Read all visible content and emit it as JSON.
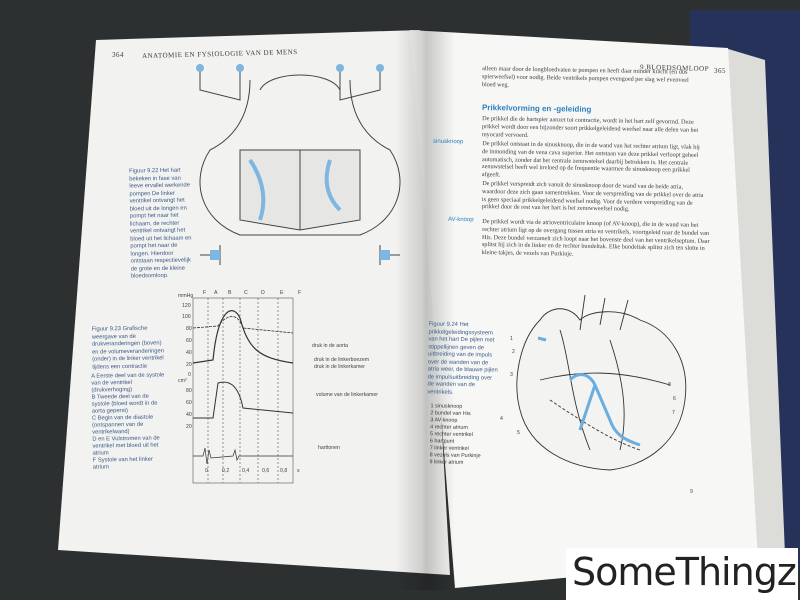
{
  "book": {
    "left_page": {
      "page_number": "364",
      "running_head": "ANATOMIE EN FYSIOLOGIE VAN DE MENS",
      "figure_1_caption": "Figuur 9.22 Het hart bekeken in fase van leeve ervallel werkende pompen De linker ventrikel ontvangt het bloed uit de longen en pompt het naar het lichaam, de rechter ventrikel ontvangt het bloed uit het lichaam en pompt het naar de longen. Hierdoor ontstaan respectievelijk de grote en de kleine bloedsomloop.",
      "figure_2_caption": "Figuur 9.23 Grafische weergave van de drukveranderingen (boven) en de volumeveranderingen (onder) in de linker ventrikel tijdens een contractie",
      "figure_2_legend": [
        "A Eerste deel van de systole van de ventrikel (drukverhoging)",
        "B Tweede deel van de systole (bloed wordt in de aorta geperst)",
        "C Begin van de diastole (ontspannen van de ventrikelwand)",
        "D en E Vulstromen van de ventrikel met bloed uit het atrium",
        "F Systole van het linker atrium"
      ],
      "chart_labels": {
        "unit_top": "mmHg",
        "unit_bottom": "cm³",
        "phases": [
          "F",
          "A",
          "B",
          "C",
          "D",
          "E",
          "F"
        ],
        "y_ticks_top": [
          "120",
          "100",
          "80",
          "60",
          "40",
          "20",
          "0"
        ],
        "y_ticks_bottom": [
          "80",
          "60",
          "40",
          "20"
        ],
        "x_ticks": [
          "0",
          "0,2",
          "0,4",
          "0,6",
          "0,8",
          "s"
        ],
        "curve_labels": [
          "druk in de aorta",
          "druk in de linkerboezem",
          "druk in de linkerkamer",
          "volume van de linkerkamer",
          "harttonen"
        ]
      }
    },
    "right_page": {
      "page_number": "365",
      "running_head": "9 BLOEDSOMLOOP",
      "intro_text": "alleen maar door de longbloedvaten te pompen en heeft daar minder kracht (en dus spierweefsel) voor nodig. Beide ventrikels pompen evengoed per slag wel evenveel bloed weg.",
      "section_title": "Prikkelvorming en -geleiding",
      "margin_notes": [
        "sinusknoop",
        "AV-knoop"
      ],
      "paragraph_1": "De prikkel die de hartspier aanzet tot contractie, wordt in het hart zelf gevormd. Deze prikkel wordt door een bijzonder soort prikkelgeleidend weefsel naar alle delen van het myocard vervoerd.",
      "paragraph_2": "De prikkel ontstaat in de sinusknoop, die in de wand van het rechter atrium ligt, vlak bij de inmonding van de vena cava superior. Het ontstaan van deze prikkel verloopt geheel automatisch, zonder dat het centrale zenuwstelsel daarbij betrokken is. Het centrale zenuwstelsel heeft wel invloed op de frequentie waarmee de sinusknoop een prikkel afgeeft.",
      "paragraph_3": "De prikkel verspreidt zich vanuit de sinusknoop door de wand van de beide atria, waardoor deze zich gaan samentrekken. Voor de verspreiding van de prikkel over de atria is geen speciaal prikkelgeleidend weefsel nodig. Voor de verdere verspreiding van de prikkel door de rest van het hart is het zenuwweefsel nodig.",
      "paragraph_4": "De prikkel wordt via de atrioventriculaire knoop (of AV-knoop), die in de wand van het rechter atrium ligt op de overgang tussen atria en ventrikels, voortgeleid naar de bundel van His. Deze bundel verzamelt zich loopt naar het bovenste deel van het ventrikelseptum. Daar splitst hij zich in de linker en de rechter bundeltak. Elke bundeltak splitst zich ten slotte in kleine takjes, de vezels van Purkinje.",
      "figure_caption": "Figuur 9.24 Het prikkelgeleidingssysteem van het hart De pijlen met stippellijnen geven de uitbreiding van de impuls over de wanden van de atria weer, de blauwe pijlen de impulsuitbreiding over de wanden van de ventrikels.",
      "figure_legend": [
        "1 sinusknoop",
        "2 bundel van His",
        "3 AV-knoop",
        "4 rechter atrium",
        "5 rechter ventrikel",
        "6 hartpunt",
        "7 linker ventrikel",
        "8 vezels van Purkinje",
        "9 linker atrium"
      ],
      "figure_numbers": [
        "1",
        "2",
        "3",
        "4",
        "5",
        "6",
        "7",
        "8",
        "9"
      ]
    }
  },
  "watermark": {
    "text": "SomeThingz"
  },
  "colors": {
    "accent": "#2f7fbf",
    "binding": "#27325a",
    "background": "#2d3030"
  }
}
